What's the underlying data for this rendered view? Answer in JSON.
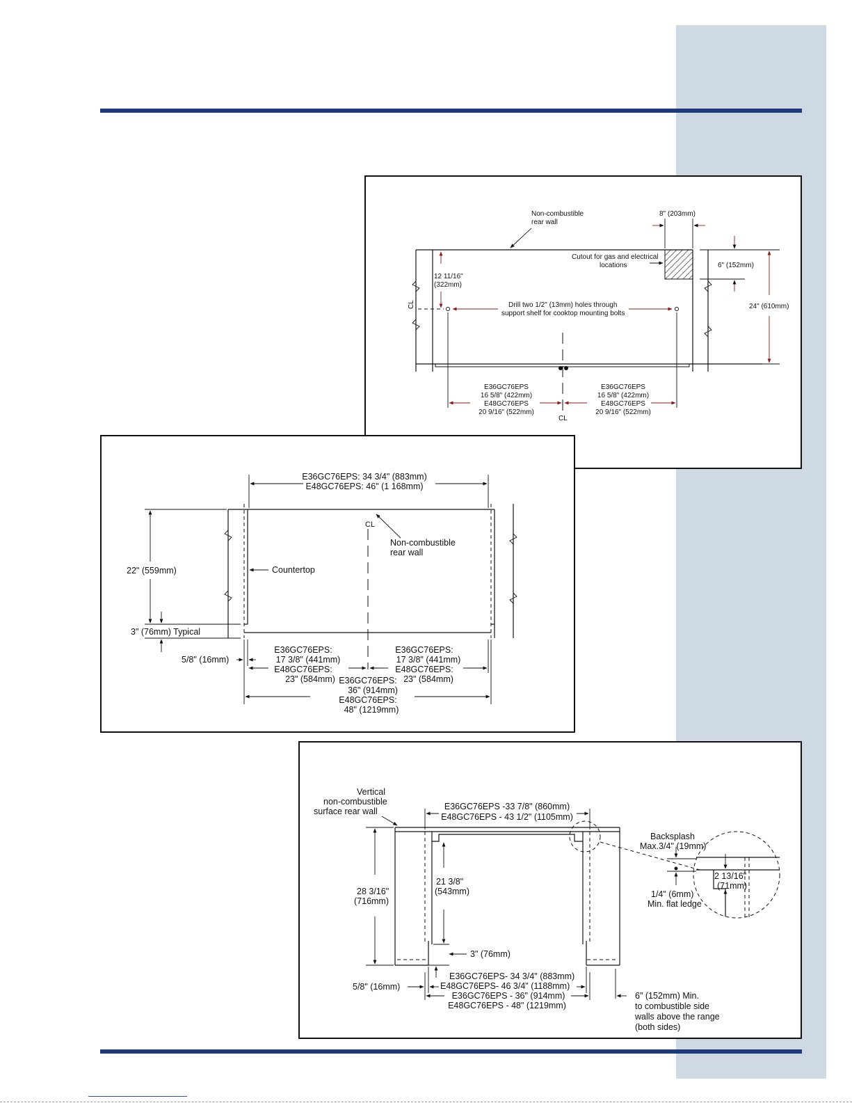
{
  "colors": {
    "sidebar": "#cfd9e4",
    "rule": "#1f3a7a",
    "frame": "#111111"
  },
  "fig_top": {
    "rear_wall": "Non-combustible rear wall",
    "rear_wall_l1": "Non-combustible",
    "rear_wall_l2": "rear wall",
    "dim_8": "8\" (203mm)",
    "cutout_l1": "Cutout for gas and electrical",
    "cutout_l2": "locations",
    "dim_6": "6\" (152mm)",
    "dim_24": "24\" (610mm)",
    "dim_12_l1": "12 11/16\"",
    "dim_12_l2": "(322mm)",
    "drill_l1": "Drill two 1/2\" (13mm) holes through",
    "drill_l2": "support shelf for cooktop mounting bolts",
    "left_dim": [
      "E36GC76EPS",
      "16 5/8\" (422mm)",
      "E48GC76EPS",
      "20 9/16\"  (522mm)"
    ],
    "right_dim": [
      "E36GC76EPS",
      "16 5/8\" (422mm)",
      "E48GC76EPS",
      "20 9/16\"  (522mm)"
    ],
    "cl": "CL"
  },
  "fig_mid": {
    "width_l1": "E36GC76EPS: 34 3/4\" (883mm)",
    "width_l2": "E48GC76EPS: 46\" (1 168mm)",
    "rear_wall_l1": "Non-combustible",
    "rear_wall_l2": "rear wall",
    "countertop": "Countertop",
    "dim_22": "22\" (559mm)",
    "dim_3": "3\" (76mm) Typical",
    "dim_58": "5/8\" (16mm)",
    "left_half": [
      "E36GC76EPS:",
      "17 3/8\" (441mm)",
      "E48GC76EPS:",
      "23\" (584mm)"
    ],
    "right_half": [
      "E36GC76EPS:",
      "17 3/8\" (441mm)",
      "E48GC76EPS:",
      "23\" (584mm)"
    ],
    "overall": [
      "E36GC76EPS:",
      "36\" (914mm)",
      "E48GC76EPS:",
      "48\" (1219mm)"
    ],
    "cl": "CL"
  },
  "fig_bot": {
    "wall_l1": "Vertical",
    "wall_l2": "non-combustible",
    "wall_l3": "surface rear wall",
    "top_l1": "E36GC76EPS -33 7/8\" (860mm)",
    "top_l2": "E48GC76EPS - 43 1/2\" (1105mm)",
    "dim_28_l1": "28 3/16\"",
    "dim_28_l2": "(716mm)",
    "dim_21_l1": "21 3/8\"",
    "dim_21_l2": "(543mm)",
    "dim_3": "3\" (76mm)",
    "inner_l1": "E36GC76EPS- 34 3/4\" (883mm)",
    "inner_l2": "E48GC76EPS- 46 3/4\" (1188mm)",
    "dim_58": "5/8\" (16mm)",
    "outer_l1": "E36GC76EPS - 36\" (914mm)",
    "outer_l2": "E48GC76EPS - 48\" (1219mm)",
    "side_l1": "6\" (152mm) Min.",
    "side_l2": "to combustible side",
    "side_l3": "walls above the range",
    "side_l4": "(both sides)",
    "backsplash_l1": "Backsplash",
    "backsplash_l2": "Max.3/4\" (19mm)",
    "ledge_l1": "1/4\" (6mm)",
    "ledge_l2": "Min. flat ledge",
    "detail_l1": "2 13/16\"",
    "detail_l2": "(71mm)"
  }
}
